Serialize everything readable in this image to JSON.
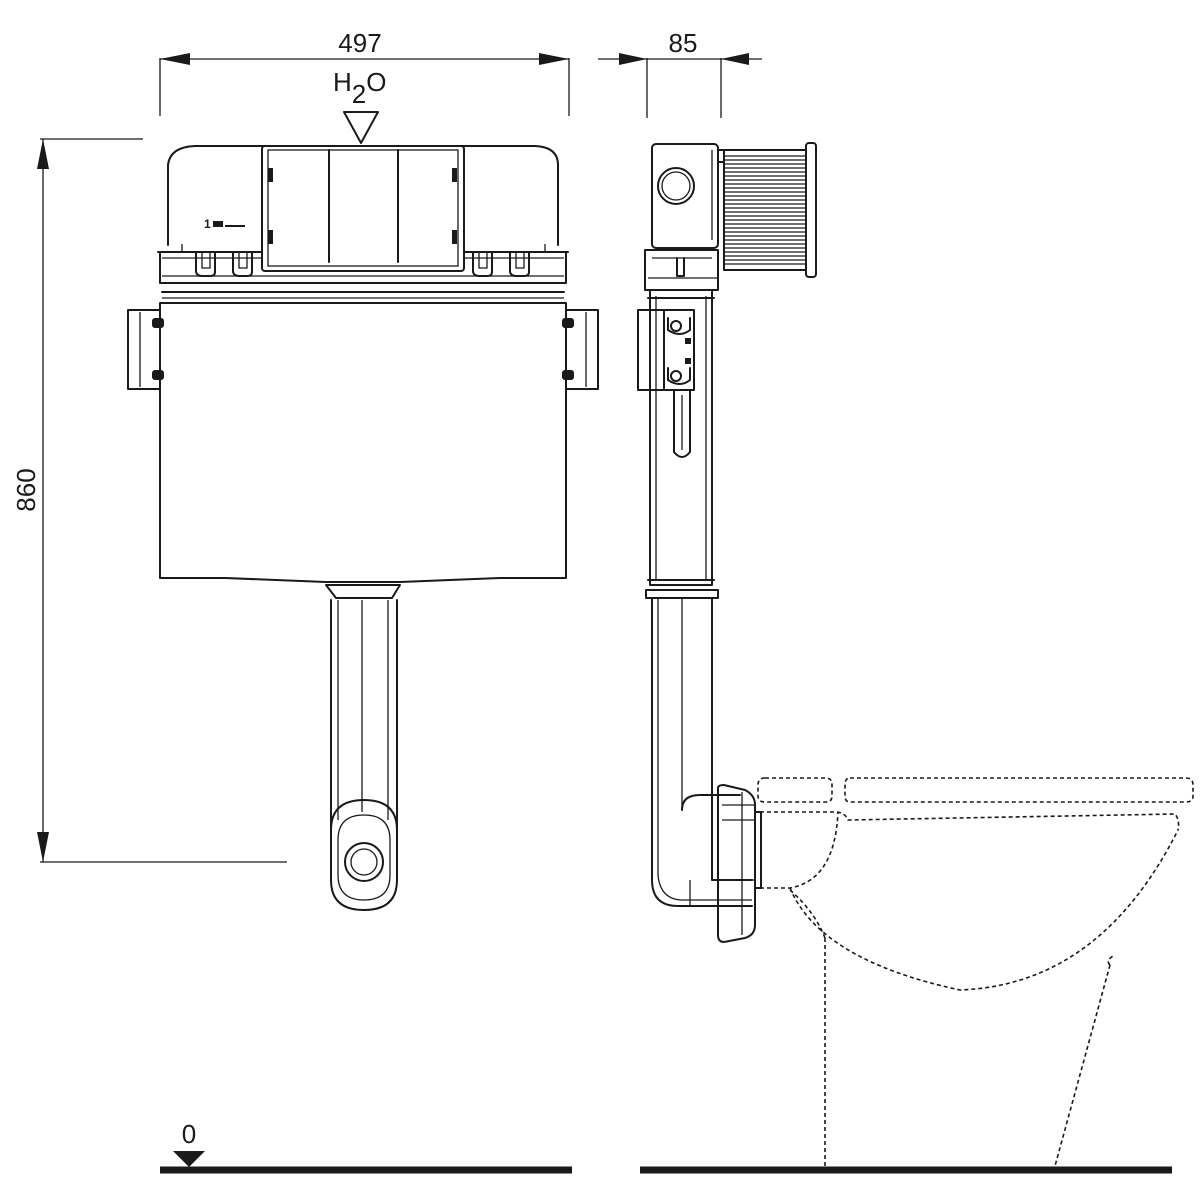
{
  "dimensions": {
    "width_label": "497",
    "depth_label": "85",
    "height_label": "860",
    "floor_label": "0"
  },
  "water_inlet": {
    "label_main": "H",
    "label_sub": "2",
    "label_end": "O"
  },
  "cistern": {
    "fill_mark": "1"
  }
}
